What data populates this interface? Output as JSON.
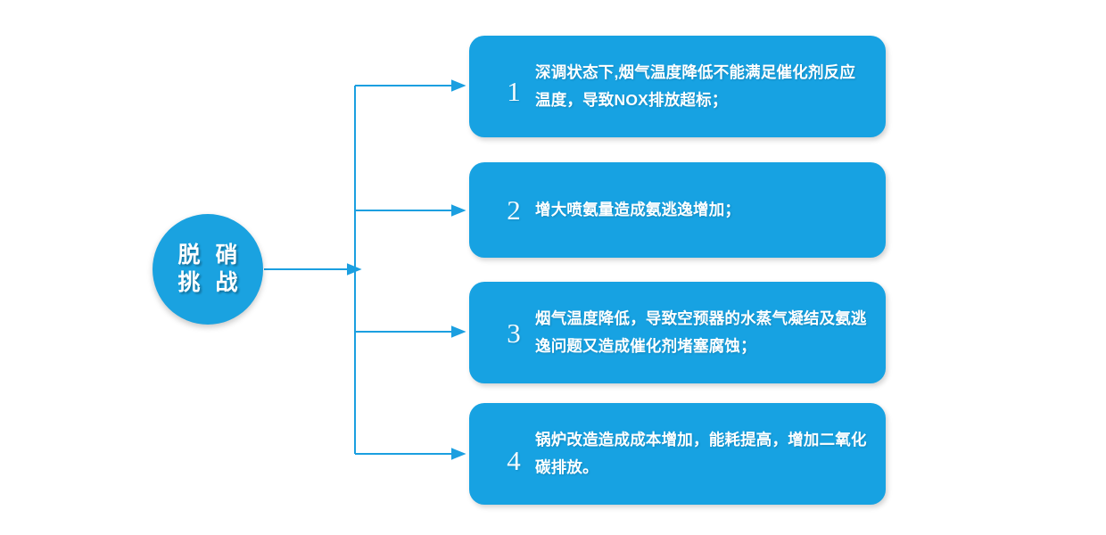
{
  "diagram": {
    "type": "hub-and-spoke-list",
    "hub": {
      "line1": "脱 硝",
      "line2": "挑 战",
      "color": "#1aa2e0",
      "text_color": "#ffffff"
    },
    "box_color": "#17a2e2",
    "connector_color": "#1b9fe0",
    "items": [
      {
        "number": "1",
        "text": "深调状态下,烟气温度降低不能满足催化剂反应温度，导致NOX排放超标；"
      },
      {
        "number": "2",
        "text": "增大喷氨量造成氨逃逸增加；"
      },
      {
        "number": "3",
        "text": "烟气温度降低，导致空预器的水蒸气凝结及氨逃逸问题又造成催化剂堵塞腐蚀；"
      },
      {
        "number": "4",
        "text": "锅炉改造造成成本增加，能耗提高，增加二氧化碳排放。"
      }
    ]
  }
}
